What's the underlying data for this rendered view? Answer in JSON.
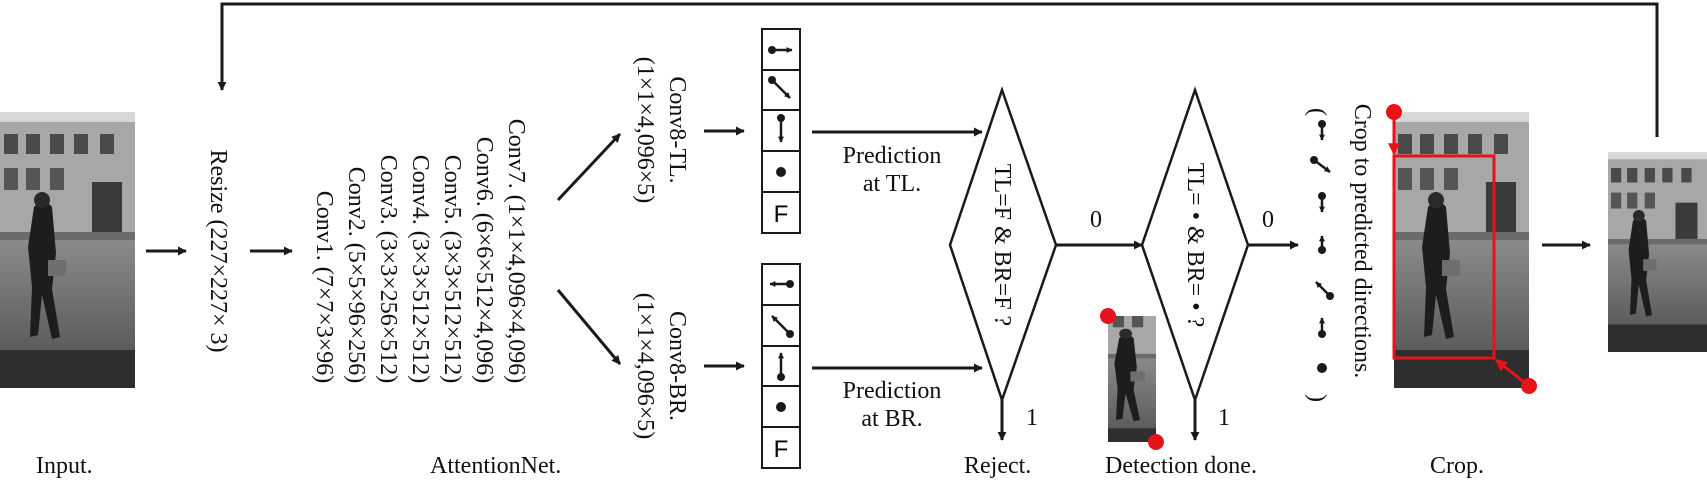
{
  "captions": {
    "input": "Input.",
    "attentionnet": "AttentionNet.",
    "reject": "Reject.",
    "detection_done": "Detection done.",
    "crop": "Crop."
  },
  "resize_label": "Resize (227×227× 3)",
  "layers": [
    "Conv1. (7×7×3×96)",
    "Conv2. (5×5×96×256)",
    "Conv3. (3×3×256×512)",
    "Conv4. (3×3×512×512)",
    "Conv5. (3×3×512×512)",
    "Conv6. (6×6×512×4,096)",
    "Conv7. (1×1×4,096×4,096)"
  ],
  "conv8_tl": {
    "name": "Conv8-TL.",
    "dims": "(1×1×4,096×5)"
  },
  "conv8_br": {
    "name": "Conv8-BR.",
    "dims": "(1×1×4,096×5)"
  },
  "prediction_tl": [
    "Prediction",
    "at TL."
  ],
  "prediction_br": [
    "Prediction",
    "at BR."
  ],
  "output_box_letter": "F",
  "decision1": "TL=F & BR=F ?",
  "decision2": "TL= • & BR= • ?",
  "branch_no": "0",
  "branch_yes": "1",
  "crop_text": "Crop to predicted directions.",
  "colors": {
    "marker": "#e8121a",
    "line": "#1a1a1a"
  },
  "icons": {
    "tl_box": [
      "arrow-right-icon",
      "arrow-down-right-icon",
      "arrow-down-icon",
      "dot-icon",
      "stop-letter-icon"
    ],
    "br_box": [
      "arrow-left-icon",
      "arrow-up-left-icon",
      "arrow-up-icon",
      "dot-icon",
      "stop-letter-icon"
    ]
  }
}
